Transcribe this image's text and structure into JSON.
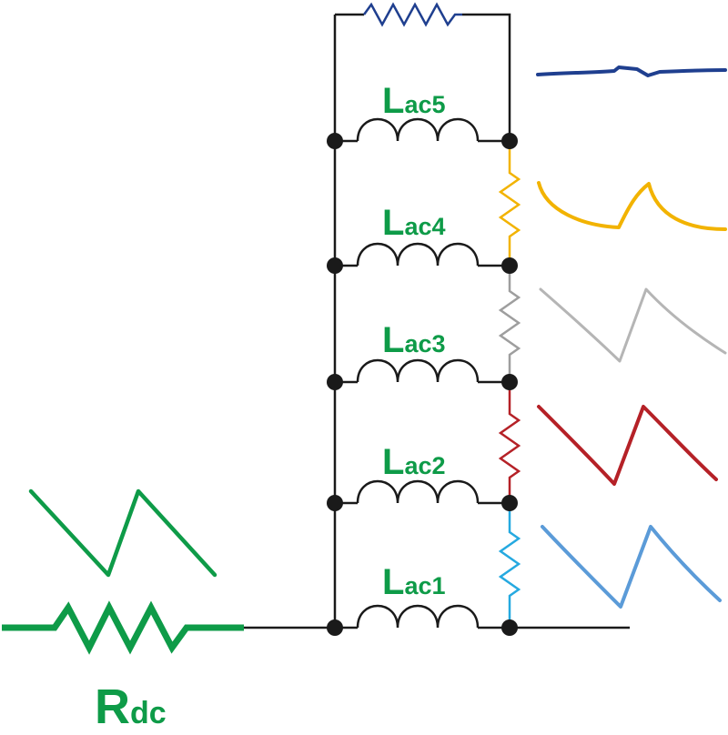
{
  "colors": {
    "wire": "#1a1a1a",
    "label": "#0e9b48",
    "rdc": "#0e9b48",
    "r5": "#1f3f8f",
    "r4": "#f2b300",
    "r3": "#9e9e9e",
    "r2": "#b52127",
    "r1": "#25a9e0",
    "wave5": "#1f3f8f",
    "wave4": "#f2b300",
    "wave3": "#b5b5b5",
    "wave2": "#b52127",
    "wave1": "#5b9bd8",
    "wave_dc": "#0e9b48"
  },
  "labels": {
    "rdc": {
      "main": "R",
      "sub": "dc"
    },
    "lac5": {
      "main": "L",
      "sub": "ac5"
    },
    "lac4": {
      "main": "L",
      "sub": "ac4"
    },
    "lac3": {
      "main": "L",
      "sub": "ac3"
    },
    "lac2": {
      "main": "L",
      "sub": "ac2"
    },
    "lac1": {
      "main": "L",
      "sub": "ac1"
    }
  }
}
